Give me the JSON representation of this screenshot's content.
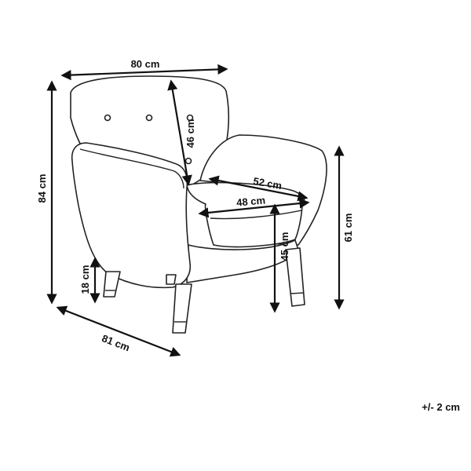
{
  "colors": {
    "line": "#222222",
    "background": "#ffffff"
  },
  "dimensions": {
    "total_width": "80 cm",
    "total_height": "84 cm",
    "depth": "81 cm",
    "backrest_height": "46 cm",
    "seat_width": "52 cm",
    "seat_width_inner": "48 cm",
    "seat_height": "45 cm",
    "armrest_height": "61 cm",
    "leg_height": "18 cm"
  },
  "tolerance": "+/- 2 cm"
}
